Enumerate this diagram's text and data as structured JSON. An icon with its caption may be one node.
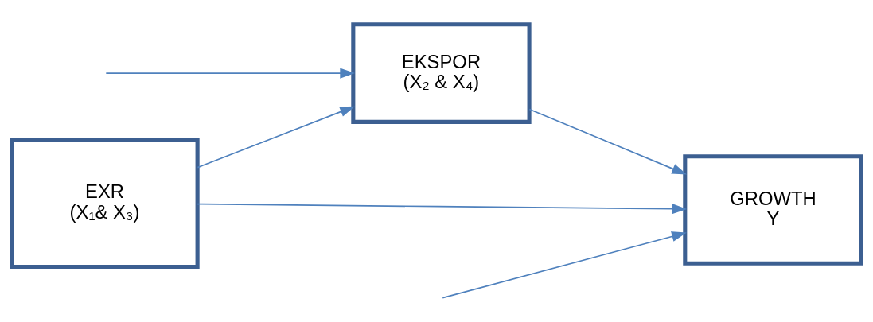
{
  "diagram": {
    "nodes": [
      {
        "text": [
          "EXR",
          "(X₁& X₃)"
        ]
      },
      {
        "text": [
          "EKSPOR",
          "(X₂ & X₄)"
        ]
      },
      {
        "text": [
          "GROWTH",
          "Y"
        ]
      }
    ],
    "edges": [
      {
        "from": 0,
        "to": 1,
        "arrow": "to"
      },
      {
        "from": 0,
        "to": 2,
        "arrow": "to"
      },
      {
        "from": 1,
        "to": 2,
        "arrow": "to"
      },
      {
        "from": null,
        "to": 1,
        "arrow": "to"
      },
      {
        "from": null,
        "to": 2,
        "arrow": "to"
      }
    ]
  }
}
